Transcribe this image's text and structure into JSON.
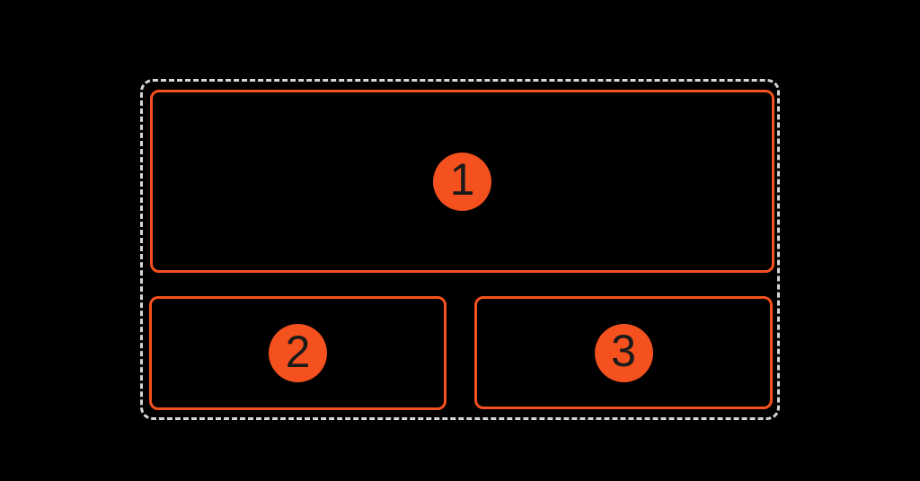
{
  "colors": {
    "background": "#000000",
    "accent_orange": "#f4511e",
    "dashed_border_gray": "#d5d5d5",
    "number_text": "#1a1a1a"
  },
  "diagram": {
    "container": {
      "description": "dashed rounded-rectangle grouping border"
    },
    "boxes": [
      {
        "id": "box-1",
        "number": "1"
      },
      {
        "id": "box-2",
        "number": "2"
      },
      {
        "id": "box-3",
        "number": "3"
      }
    ]
  }
}
